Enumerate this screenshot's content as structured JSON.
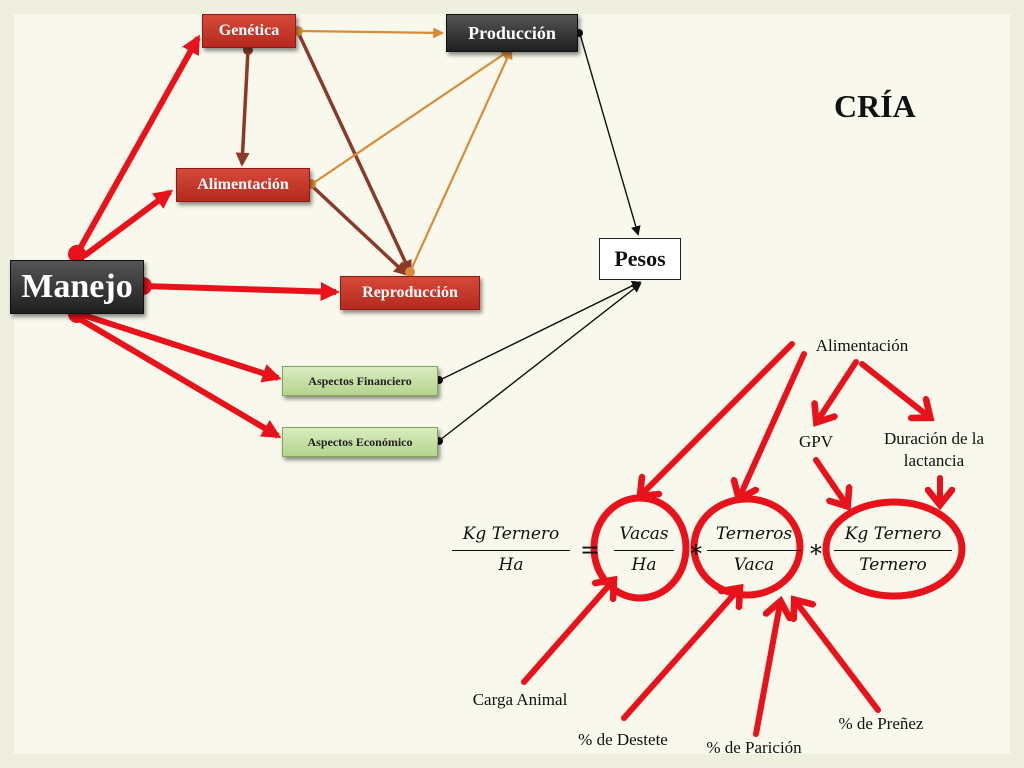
{
  "title": "CRÍA",
  "nodes": {
    "genetica": "Genética",
    "produccion": "Producción",
    "alimentacion": "Alimentación",
    "manejo": "Manejo",
    "reproduccion": "Reproducción",
    "pesos": "Pesos",
    "aspectos_financiero": "Aspectos Financiero",
    "aspectos_economico": "Aspectos Económico"
  },
  "formula": {
    "lhs_num": "Kg Ternero",
    "lhs_den": "Ha",
    "equals": "=",
    "t1_num": "Vacas",
    "t1_den": "Ha",
    "times1": "*",
    "t2_num": "Terneros",
    "t2_den": "Vaca",
    "times2": "*",
    "t3_num": "Kg Ternero",
    "t3_den": "Ternero"
  },
  "labels": {
    "alimentacion": "Alimentación",
    "gpv": "GPV",
    "duracion": "Duración de la lactancia",
    "carga_animal": "Carga Animal",
    "destete": "% de Destete",
    "paricion": "% de Parición",
    "prenez": "% de Preñez"
  },
  "colors": {
    "red": "#e8131a",
    "brown": "#8b3a2a",
    "orange": "#d88c3a",
    "black": "#111111"
  }
}
